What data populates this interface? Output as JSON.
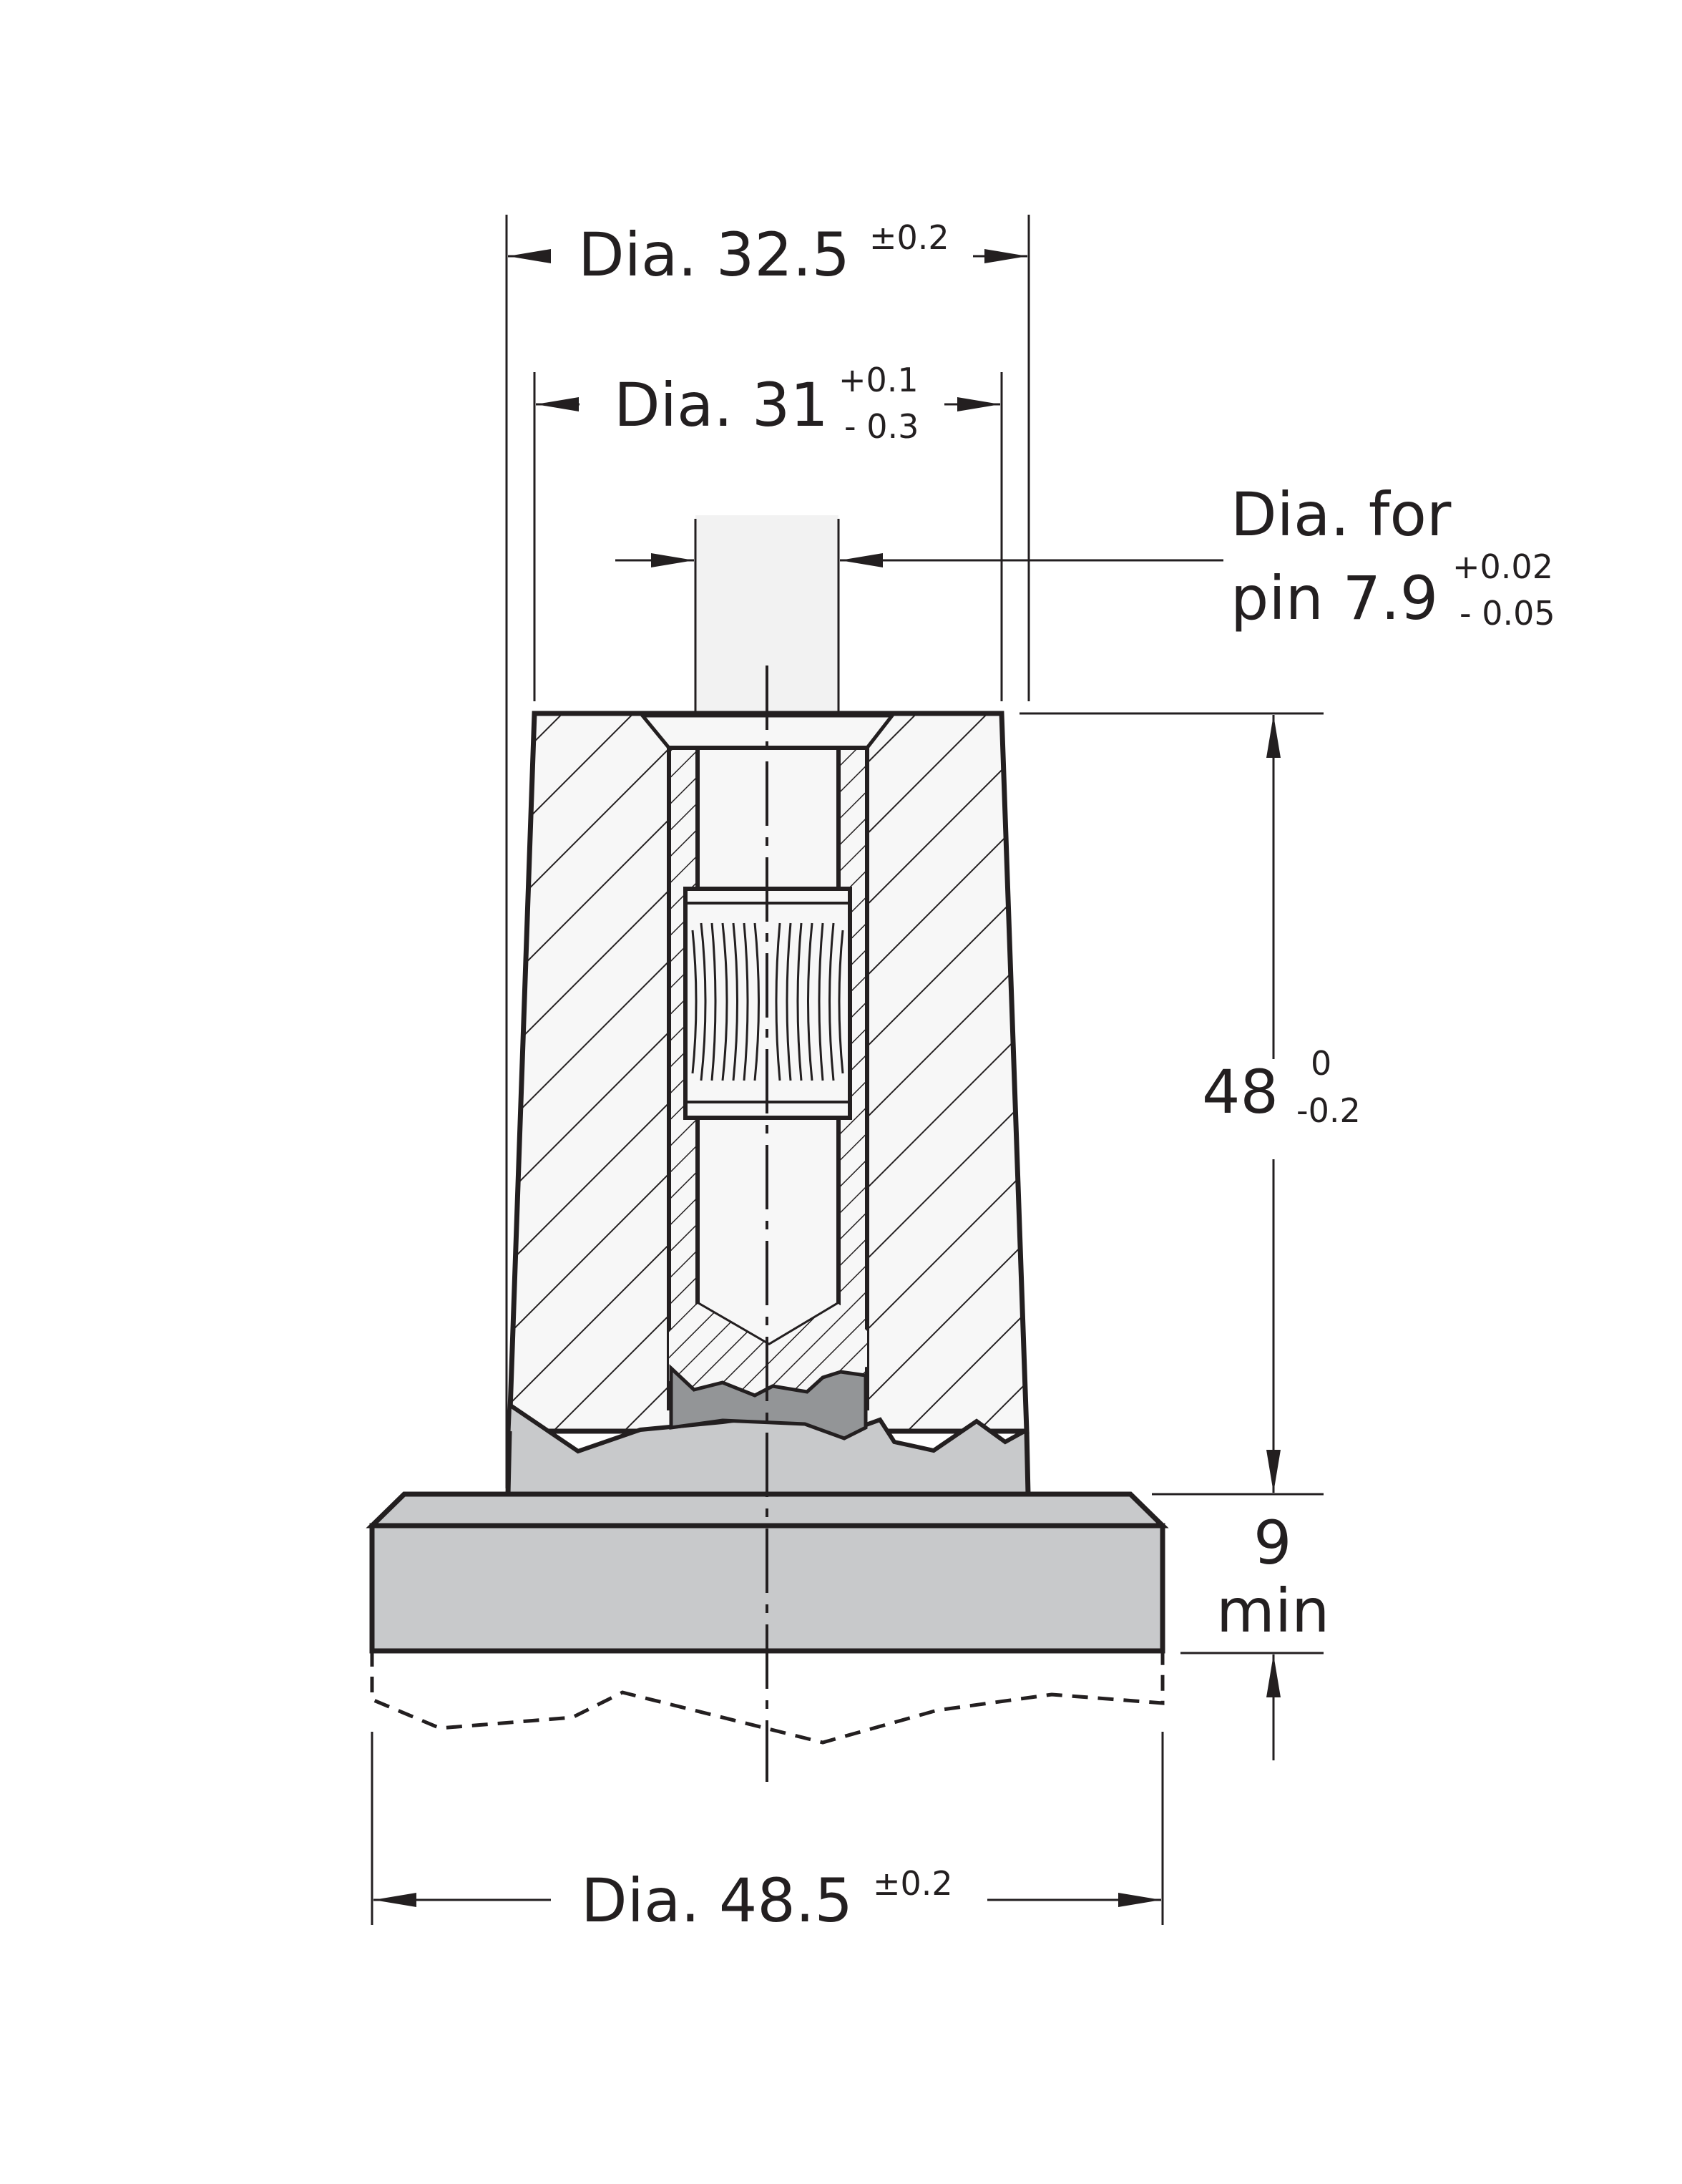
{
  "dimensions": {
    "top_outer": {
      "prefix": "Dia. 32.5",
      "tol": "±0.2"
    },
    "top_inner": {
      "prefix": "Dia. 31",
      "tol_upper": "+0.1",
      "tol_lower": "- 0.3"
    },
    "pin": {
      "line1": "Dia. for",
      "line2": "pin 7.9",
      "tol_upper": "+0.02",
      "tol_lower": "- 0.05"
    },
    "height": {
      "value": "48",
      "tol_upper": "0",
      "tol_lower": "-0.2"
    },
    "base": {
      "line1": "9",
      "line2": "min"
    },
    "bottom": {
      "prefix": "Dia. 48.5",
      "tol": "±0.2"
    }
  },
  "colors": {
    "stroke": "#231f20",
    "body": "#f7f7f7",
    "rubber": "#c8c9cb",
    "dark_fill": "#939597",
    "pin_shaft": "#f2f2f2"
  }
}
